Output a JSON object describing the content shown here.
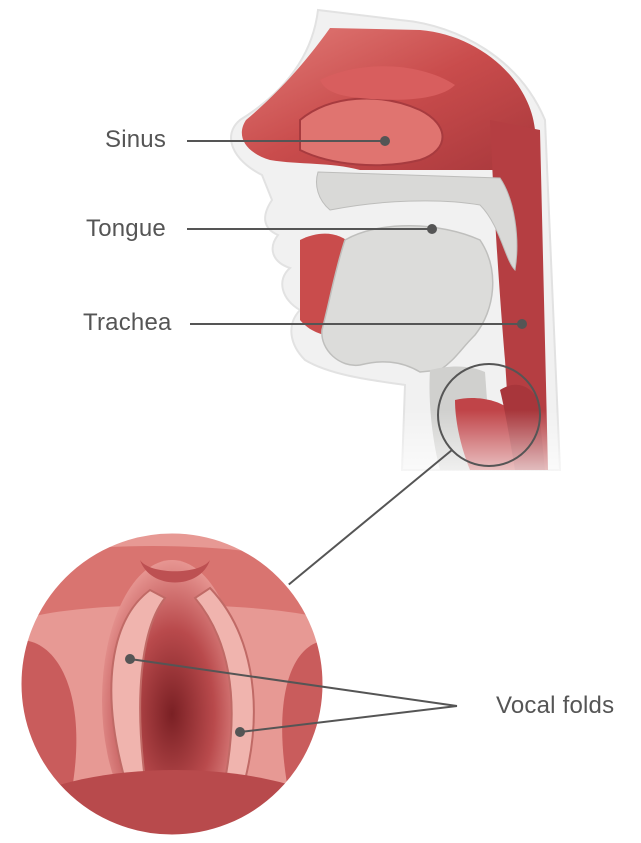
{
  "labels": {
    "sinus": "Sinus",
    "tongue": "Tongue",
    "trachea": "Trachea",
    "vocal_folds": "Vocal folds"
  },
  "colors": {
    "tissue": "#c94c4c",
    "tissue_light": "#e58a86",
    "tissue_dark": "#8f2a2e",
    "bone": "#d8d8d6",
    "skin_outline": "#e9e9e9",
    "leader_line": "#555555",
    "label_text": "#555555"
  }
}
